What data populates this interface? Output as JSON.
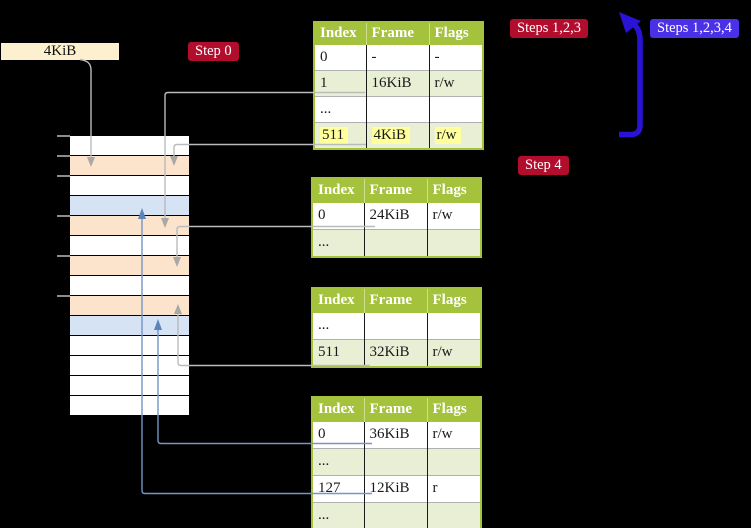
{
  "page_size_label": {
    "text": "4KiB"
  },
  "badges": {
    "step0": {
      "label": "Step 0"
    },
    "steps123": {
      "label": "Steps 1,2,3"
    },
    "steps1234": {
      "label": "Steps 1,2,3,4"
    },
    "step4": {
      "label": "Step 4"
    }
  },
  "tables": [
    {
      "name": "page-table-1",
      "headers": [
        "Index",
        "Frame",
        "Flags"
      ],
      "rows": [
        {
          "cells": [
            "0",
            "-",
            "-"
          ]
        },
        {
          "cells": [
            "1",
            "16KiB",
            "r/w"
          ]
        },
        {
          "cells": [
            "...",
            "",
            ""
          ]
        },
        {
          "cells": [
            "511",
            "4KiB",
            "r/w"
          ],
          "highlight": true
        }
      ]
    },
    {
      "name": "page-table-2",
      "headers": [
        "Index",
        "Frame",
        "Flags"
      ],
      "rows": [
        {
          "cells": [
            "0",
            "24KiB",
            "r/w"
          ]
        },
        {
          "cells": [
            "...",
            "",
            ""
          ]
        }
      ]
    },
    {
      "name": "page-table-3",
      "headers": [
        "Index",
        "Frame",
        "Flags"
      ],
      "rows": [
        {
          "cells": [
            "...",
            "",
            ""
          ]
        },
        {
          "cells": [
            "511",
            "32KiB",
            "r/w"
          ]
        }
      ]
    },
    {
      "name": "page-table-4",
      "headers": [
        "Index",
        "Frame",
        "Flags"
      ],
      "rows": [
        {
          "cells": [
            "0",
            "36KiB",
            "r/w"
          ]
        },
        {
          "cells": [
            "...",
            "",
            ""
          ]
        },
        {
          "cells": [
            "127",
            "12KiB",
            "r"
          ]
        },
        {
          "cells": [
            "...",
            "",
            ""
          ]
        }
      ]
    }
  ],
  "memory_column": {
    "row_fills": [
      "white",
      "peach",
      "white",
      "blue",
      "peach",
      "white",
      "peach",
      "white",
      "peach",
      "blue",
      "white",
      "white",
      "white",
      "white"
    ]
  },
  "connectors": {
    "gray": [
      {
        "from": "page-size-label",
        "to": "memory-row-2"
      },
      {
        "from": "page-table-1-row-1",
        "to": "memory-row-5"
      },
      {
        "from": "page-table-1-row-511",
        "to": "memory-row-2"
      },
      {
        "from": "page-table-2-row-0",
        "to": "memory-row-7"
      },
      {
        "from": "page-table-3-row-511",
        "to": "memory-row-9"
      }
    ],
    "blue": [
      {
        "from": "page-table-4-row-0",
        "to": "memory-row-10"
      },
      {
        "from": "page-table-4-row-127",
        "to": "memory-row-4"
      }
    ]
  },
  "colors": {
    "badge_red": "#b30d2e",
    "badge_blue": "#4a30e6",
    "table_header_green": "#a4c23c",
    "table_row_green": "#e9efd5",
    "highlight_yellow": "#ffff9c",
    "memory_peach": "#fce3cc",
    "memory_blue": "#d5e3f4",
    "connector_gray": "#bbbbbb",
    "connector_blue": "#7495c5",
    "big_arrow_blue": "#2b12d7",
    "page_size_label_bg": "#fcf0cf",
    "background": "#000000"
  }
}
